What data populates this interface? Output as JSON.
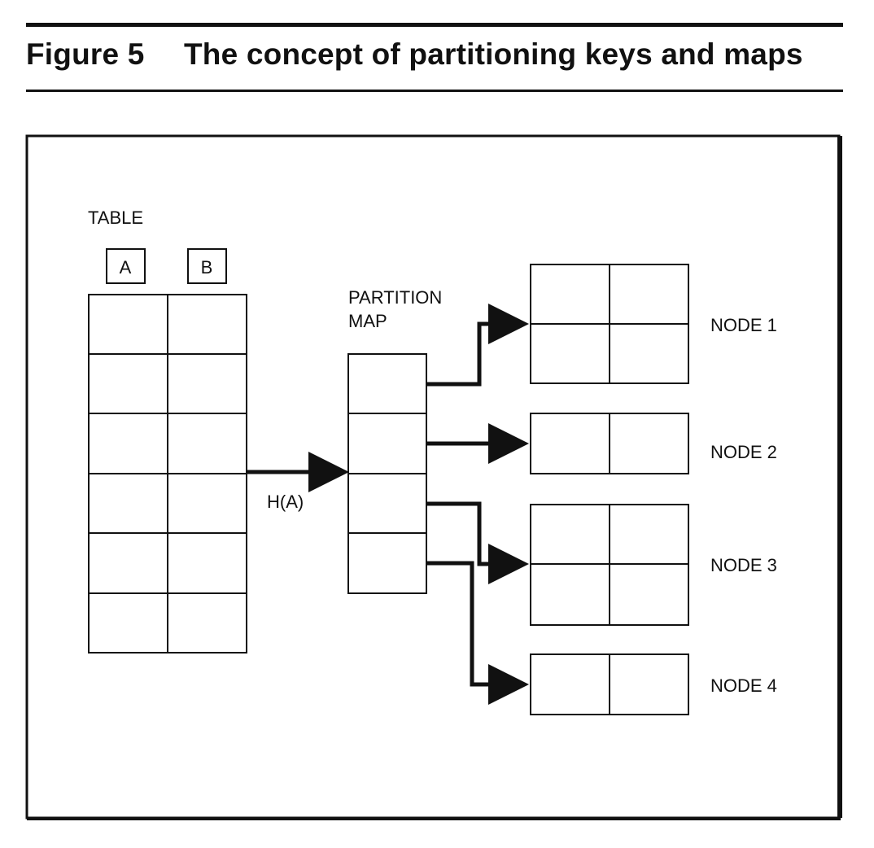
{
  "figure": {
    "number": "Figure 5",
    "title": "The concept of partitioning keys and maps"
  },
  "diagram": {
    "table_label": "TABLE",
    "column_keys": [
      "A",
      "B"
    ],
    "table_rows": 6,
    "partition_map_label_line1": "PARTITION",
    "partition_map_label_line2": "MAP",
    "partition_map_slots": 4,
    "hash_label": "H(A)",
    "nodes": [
      {
        "label": "NODE 1",
        "rows": 2
      },
      {
        "label": "NODE 2",
        "rows": 1
      },
      {
        "label": "NODE 3",
        "rows": 2
      },
      {
        "label": "NODE 4",
        "rows": 1
      }
    ]
  }
}
